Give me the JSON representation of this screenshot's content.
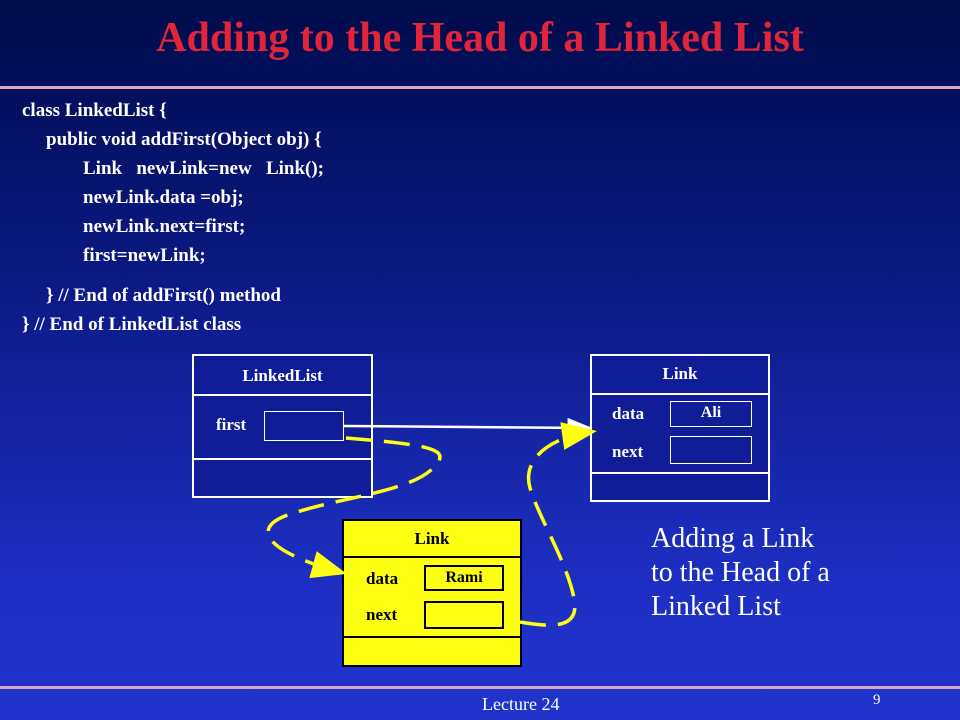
{
  "slide": {
    "title": "Adding to the Head of a Linked List",
    "code_lines": [
      "class LinkedList {",
      "public void addFirst(Object obj) {",
      "Link   newLink=new   Link();",
      "newLink.data =obj;",
      "newLink.next=first;",
      "first=newLink;",
      "} // End of addFirst() method",
      "} // End of LinkedList class"
    ],
    "colors": {
      "title": "#e0243a",
      "background": "#0b1a86",
      "new_link_fill": "#ffff14",
      "dashed_arrow": "#ffff14"
    }
  },
  "diagram": {
    "linked_list_box": {
      "title": "LinkedList",
      "field": "first"
    },
    "existing_link_box": {
      "title": "Link",
      "data_label": "data",
      "data_value": "Ali",
      "next_label": "next"
    },
    "new_link_box": {
      "title": "Link",
      "data_label": "data",
      "data_value": "Rami",
      "next_label": "next"
    }
  },
  "caption": [
    "Adding a Link",
    "to the Head of a",
    "Linked List"
  ],
  "footer": {
    "lecture": "Lecture 24",
    "page_number": "9"
  }
}
